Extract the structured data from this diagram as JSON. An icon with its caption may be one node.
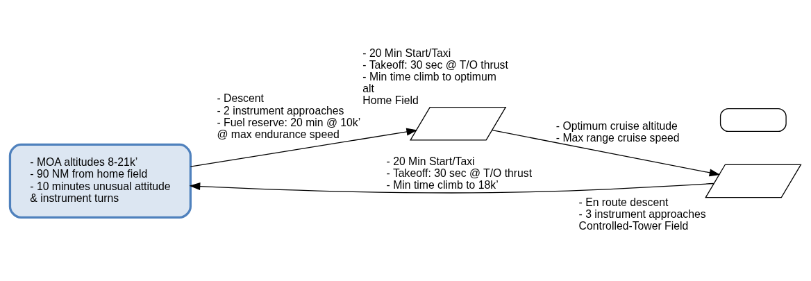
{
  "diagram": {
    "nodes": [
      {
        "text": [
          "- MOA altitudes 8-21k’ - 90 NM from home field - 10 minutes unusual attitude & instrument turns"
        ]
      },
      {
        "text": [],
        "shape": "parallelogram",
        "beside": [
          "- 20 Min Start/Taxi - Takeoff: 30 sec @ T/O thrust - Min time climb to optimum alt",
          "Home Field"
        ]
      },
      {
        "text": [],
        "shape": "box"
      },
      {
        "text": [],
        "shape": "parallelogram",
        "beside": [
          "- En route descent - 3 instrument approaches",
          "Controlled-Tower Field"
        ]
      }
    ],
    "edges": [
      {
        "from": 1,
        "to": 3,
        "arrow": "to",
        "label": "- Optimum cruise altitude - Max range cruise speed"
      },
      {
        "from": 3,
        "to": 0,
        "arrow": "to",
        "label": "- 20 Min Start/Taxi - Takeoff: 30 sec @ T/O thrust - Min time climb to 18k’"
      },
      {
        "from": 0,
        "to": 1,
        "arrow": "to",
        "label": "- Descent - 2 instrument approaches - Fuel reserve: 20 min @ 10k’ @ max endurance speed"
      }
    ]
  }
}
